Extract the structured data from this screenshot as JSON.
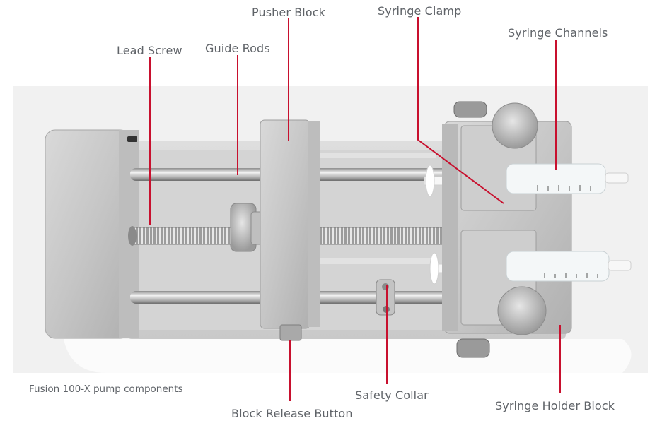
{
  "caption": "Fusion 100-X pump components",
  "labels": {
    "lead_screw": "Lead Screw",
    "guide_rods": "Guide Rods",
    "pusher_block": "Pusher Block",
    "syringe_clamp": "Syringe Clamp",
    "syringe_channels": "Syringe Channels",
    "block_release_button": "Block Release Button",
    "safety_collar": "Safety Collar",
    "syringe_holder_block": "Syringe Holder Block"
  },
  "colors": {
    "leader_line": "#c8102e",
    "label_text": "#5f6368",
    "photo_background": "#f1f1f1"
  }
}
